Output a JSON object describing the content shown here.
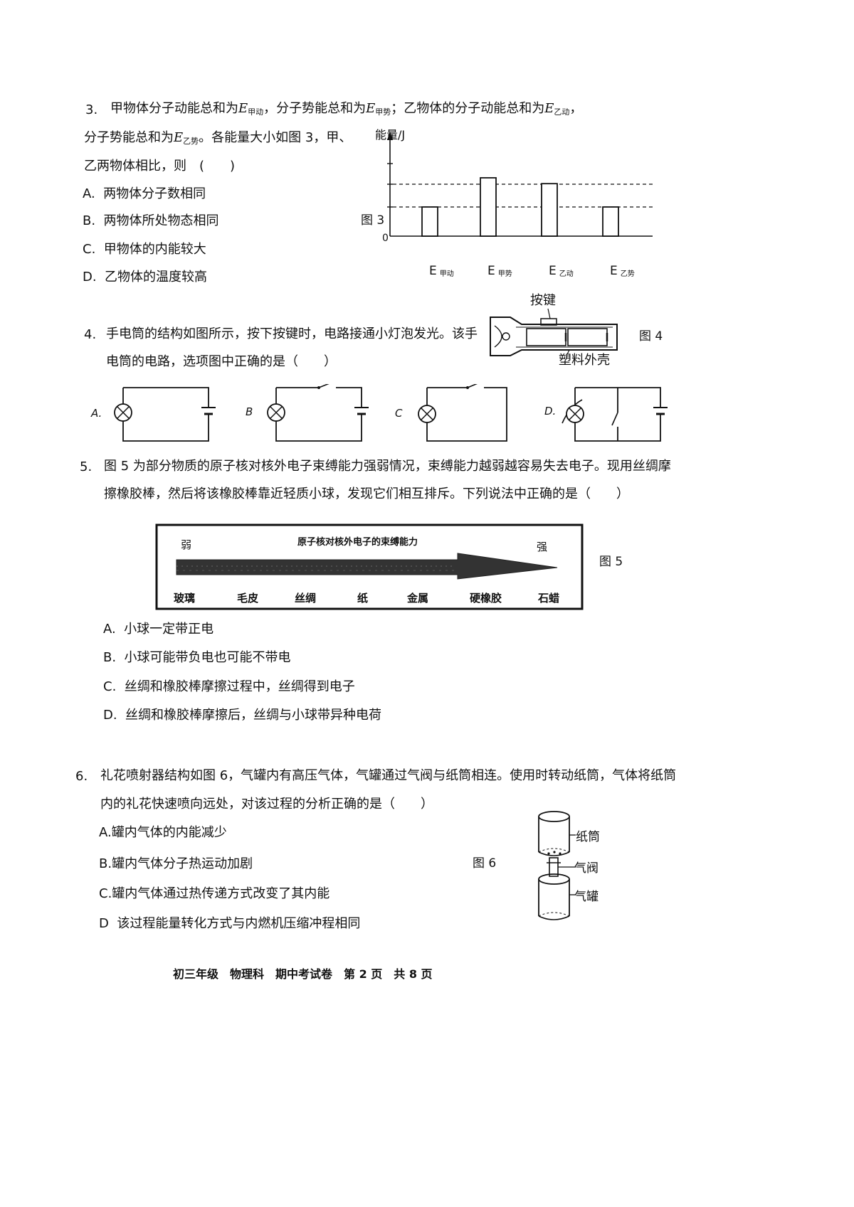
{
  "q3": {
    "num": "3.",
    "line1_a": "甲物体分子动能总和为",
    "e_jia_dong_main": "E",
    "e_jia_dong_sub": "甲动",
    "line1_b": "，分子势能总和为",
    "e_jia_shi_main": "E",
    "e_jia_shi_sub": "甲势",
    "line1_c": "；乙物体的分子动能总和为",
    "e_yi_dong_main": "E",
    "e_yi_dong_sub": "乙动",
    "line1_d": "，",
    "line2_a": "分子势能总和为",
    "e_yi_shi_main": "E",
    "e_yi_shi_sub": "乙势",
    "line2_b": "。各能量大小如图 3，甲、",
    "line3": "乙两物体相比，则　(　　)",
    "options": [
      {
        "label": "A.",
        "text": "两物体分子数相同"
      },
      {
        "label": "B.",
        "text": "两物体所处物态相同"
      },
      {
        "label": "C.",
        "text": "甲物体的内能较大"
      },
      {
        "label": "D.",
        "text": "乙物体的温度较高"
      }
    ],
    "figure_label": "图 3",
    "chart": {
      "ylabel": "能量/J",
      "zero": "0",
      "bars": [
        {
          "main": "E",
          "sub": "甲动",
          "value": 1
        },
        {
          "main": "E",
          "sub": "甲势",
          "value": 2
        },
        {
          "main": "E",
          "sub": "乙动",
          "value": 1.8
        },
        {
          "main": "E",
          "sub": "乙势",
          "value": 1
        }
      ]
    }
  },
  "q4": {
    "num": "4.",
    "line1": "手电筒的结构如图所示，按下按键时，电路接通小灯泡发光。该手",
    "line2": "电筒的电路，选项图中正确的是（　　）",
    "figure_label": "图 4",
    "fig_key_label": "按键",
    "fig_shell_label": "塑料外壳",
    "options": [
      "A.",
      "B",
      "C",
      "D."
    ]
  },
  "q5": {
    "num": "5.",
    "line1": "图 5 为部分物质的原子核对核外电子束缚能力强弱情况，束缚能力越弱越容易失去电子。现用丝绸摩",
    "line2": "擦橡胶棒，然后将该橡胶棒靠近轻质小球，发现它们相互排斥。下列说法中正确的是（　　）",
    "figure_label": "图 5",
    "fig": {
      "title": "原子核对核外电子的束缚能力",
      "weak": "弱",
      "strong": "强",
      "materials": [
        "玻璃",
        "毛皮",
        "丝绸",
        "纸",
        "金属",
        "硬橡胶",
        "石蜡"
      ]
    },
    "options": [
      {
        "label": "A.",
        "text": "小球一定带正电"
      },
      {
        "label": "B.",
        "text": "小球可能带负电也可能不带电"
      },
      {
        "label": "C.",
        "text": "丝绸和橡胶棒摩擦过程中，丝绸得到电子"
      },
      {
        "label": "D.",
        "text": "丝绸和橡胶棒摩擦后，丝绸与小球带异种电荷"
      }
    ]
  },
  "q6": {
    "num": "6.",
    "line1": "礼花喷射器结构如图 6，气罐内有高压气体，气罐通过气阀与纸筒相连。使用时转动纸筒，气体将纸筒",
    "line2": "内的礼花快速喷向远处，对该过程的分析正确的是（　　）",
    "figure_label": "图 6",
    "fig_labels": {
      "tube": "纸筒",
      "valve": "气阀",
      "tank": "气罐"
    },
    "options": [
      {
        "label": "A.",
        "text": "罐内气体的内能减少"
      },
      {
        "label": "B.",
        "text": "罐内气体分子热运动加剧"
      },
      {
        "label": "C.",
        "text": "罐内气体通过热传递方式改变了其内能"
      },
      {
        "label": "D",
        "text": "该过程能量转化方式与内燃机压缩冲程相同"
      }
    ]
  },
  "footer": "初三年级　物理科　期中考试卷　第 2 页　共 8 页"
}
